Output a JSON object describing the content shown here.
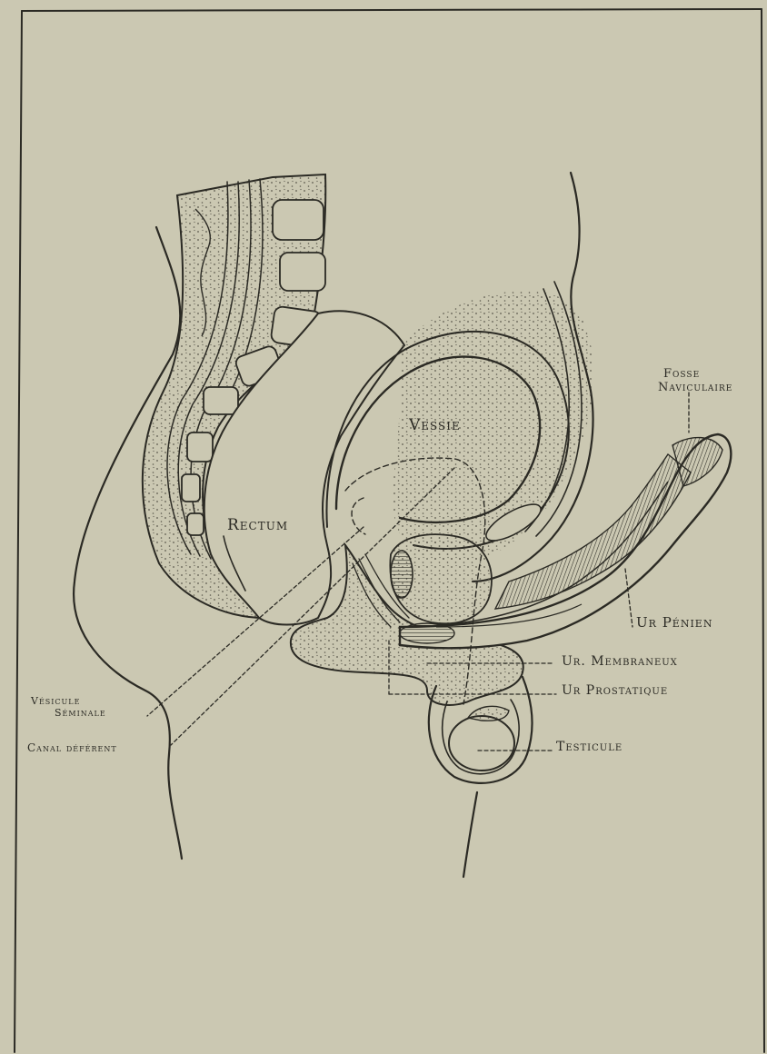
{
  "figure": {
    "labels": {
      "fosse": [
        "Fosse",
        "Naviculaire"
      ],
      "vessie": "Vessie",
      "rectum": "Rectum",
      "ur_penien": "Ur Pénien",
      "ur_membraneux": "Ur. Membraneux",
      "ur_prostatique": "Ur Prostatique",
      "testicule": "Testicule",
      "vesicule": [
        "Vésicule",
        "Séminale"
      ],
      "canal": "Canal déférent"
    },
    "colors": {
      "paper": "#cbc8b2",
      "ink": "#2b2a24",
      "stipple": "#5a584c",
      "shade": "#b8b49c"
    }
  }
}
